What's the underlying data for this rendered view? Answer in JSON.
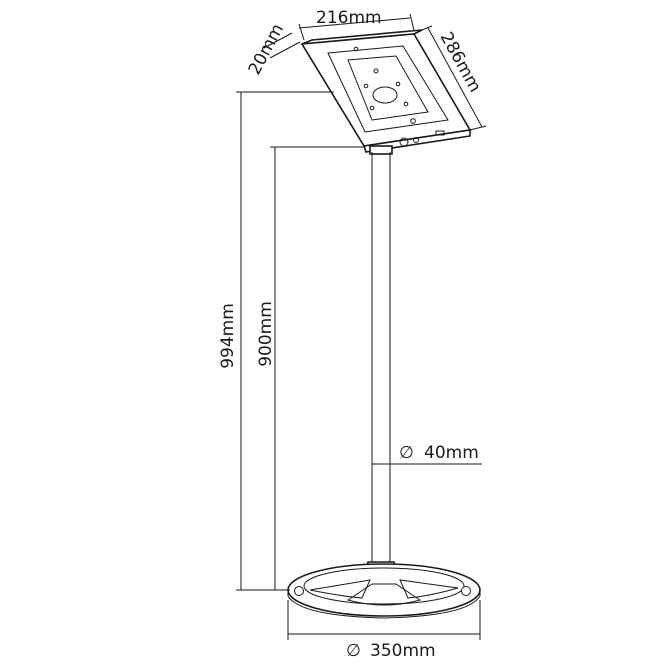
{
  "product": {
    "type": "tablet floor stand",
    "colors": {
      "line": "#1a1a1a",
      "background": "#ffffff"
    }
  },
  "dimensions": {
    "width_label": "216mm",
    "depth_label": "20mm",
    "height_label": "286mm",
    "total_height_label": "994mm",
    "pole_height_label": "900mm",
    "pole_diameter_label": "40mm",
    "base_diameter_label": "350mm",
    "diameter_symbol": "∅"
  }
}
